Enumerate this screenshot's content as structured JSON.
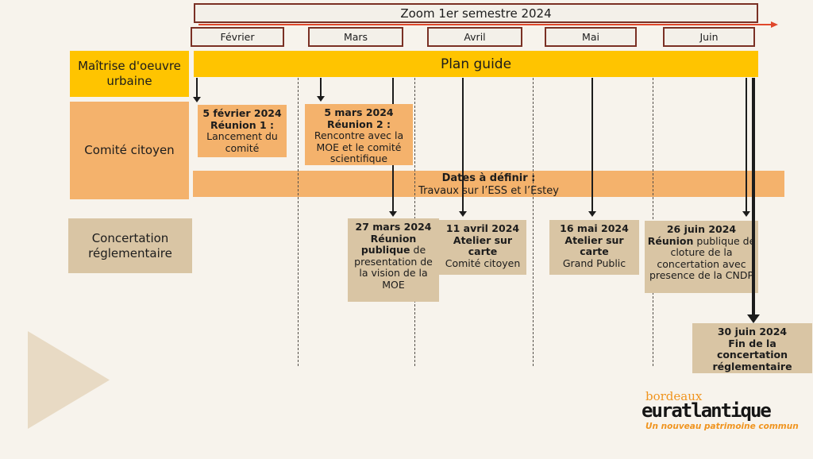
{
  "slide": {
    "title": "Zoom 1er semestre 2024",
    "months": [
      {
        "label": "Février"
      },
      {
        "label": "Mars"
      },
      {
        "label": "Avril"
      },
      {
        "label": "Mai"
      },
      {
        "label": "Juin"
      }
    ],
    "rows": [
      {
        "label": "Maîtrise d'oeuvre urbaine"
      },
      {
        "label": "Comité citoyen"
      },
      {
        "label": "Concertation réglementaire"
      }
    ],
    "plan_guide_label": "Plan guide",
    "dates_bar": {
      "title": "Dates à définir :",
      "subtitle": "Travaux sur l’ESS et l’Estey"
    },
    "events": [
      {
        "date": "5 février 2024",
        "title": "Réunion 1 :",
        "desc": "Lancement du comité"
      },
      {
        "date": "5 mars 2024",
        "title": "Réunion 2 :",
        "desc": "Rencontre avec la MOE et le comité scientifique"
      },
      {
        "date": "27 mars 2024",
        "title": "Réunion publique",
        "desc": "de presentation de la vision de la MOE"
      },
      {
        "date": "11 avril 2024",
        "title": "Atelier sur carte",
        "desc": "Comité citoyen"
      },
      {
        "date": "16 mai 2024",
        "title": "Atelier sur carte",
        "desc": "Grand Public"
      },
      {
        "date": "26 juin 2024",
        "title": "Réunion",
        "desc": "publique de cloture de la concertation avec presence de la CNDP"
      },
      {
        "date": "30 juin 2024",
        "title": "Fin de la concertation réglementaire"
      }
    ],
    "logo": {
      "city": "bordeaux",
      "name": "euratlantique",
      "tagline": "Un nouveau patrimoine commun"
    },
    "colors": {
      "yellow": "#ffc400",
      "orange": "#f4b26c",
      "tan": "#d9c5a4",
      "border_red": "#7a3024",
      "arrow_red": "#e0472b",
      "background": "#f7f3ec",
      "logo_orange": "#f0941f"
    }
  }
}
